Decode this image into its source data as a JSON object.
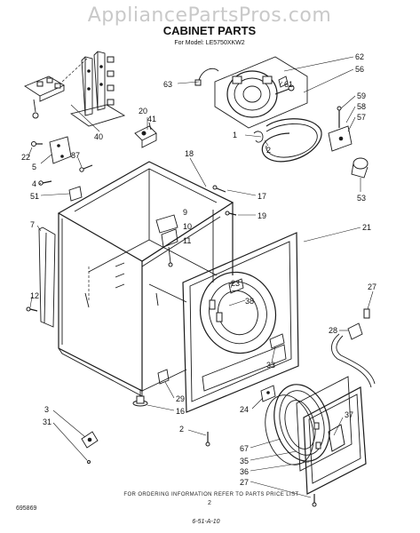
{
  "watermark": "AppliancePartsPros.com",
  "title": "CABINET PARTS",
  "model_line": "For Model: LE5750XKW2",
  "footer": {
    "ordering": "FOR ORDERING INFORMATION REFER TO PARTS PRICE LIST",
    "page": "2",
    "doc_number": "695869",
    "date_code": "6-51-A-10"
  },
  "part_labels": [
    "62",
    "56",
    "63",
    "61",
    "59",
    "58",
    "57",
    "1",
    "2",
    "53",
    "20",
    "41",
    "40",
    "22",
    "5",
    "87",
    "4",
    "51",
    "18",
    "17",
    "9",
    "19",
    "21",
    "7",
    "10",
    "11",
    "12",
    "27",
    "23",
    "38",
    "28",
    "33",
    "3",
    "31",
    "29",
    "16",
    "24",
    "37",
    "2",
    "67",
    "35",
    "36",
    "27"
  ]
}
